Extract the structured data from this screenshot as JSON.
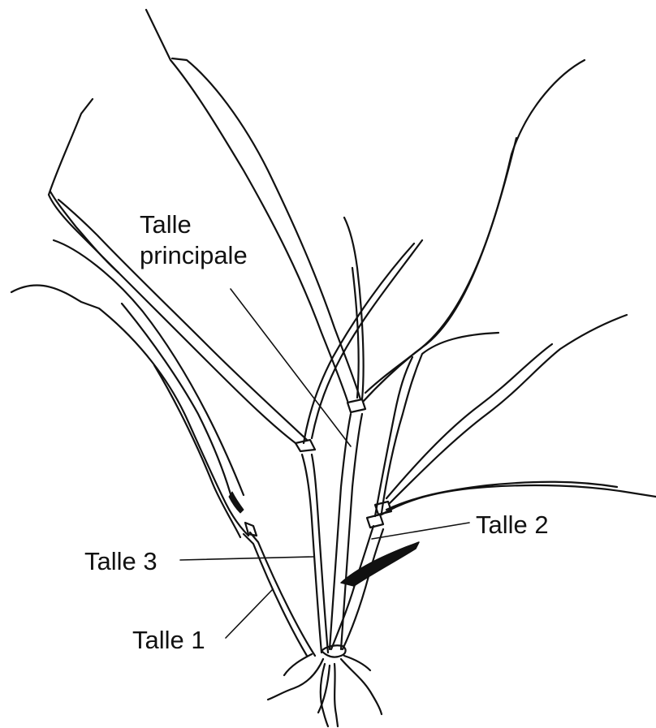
{
  "labels": {
    "main_tiller_line1": "Talle",
    "main_tiller_line2": "principale",
    "tiller_2": "Talle 2",
    "tiller_3": "Talle 3",
    "tiller_1": "Talle 1"
  },
  "colors": {
    "ink": "#111111",
    "background": "#ffffff"
  }
}
